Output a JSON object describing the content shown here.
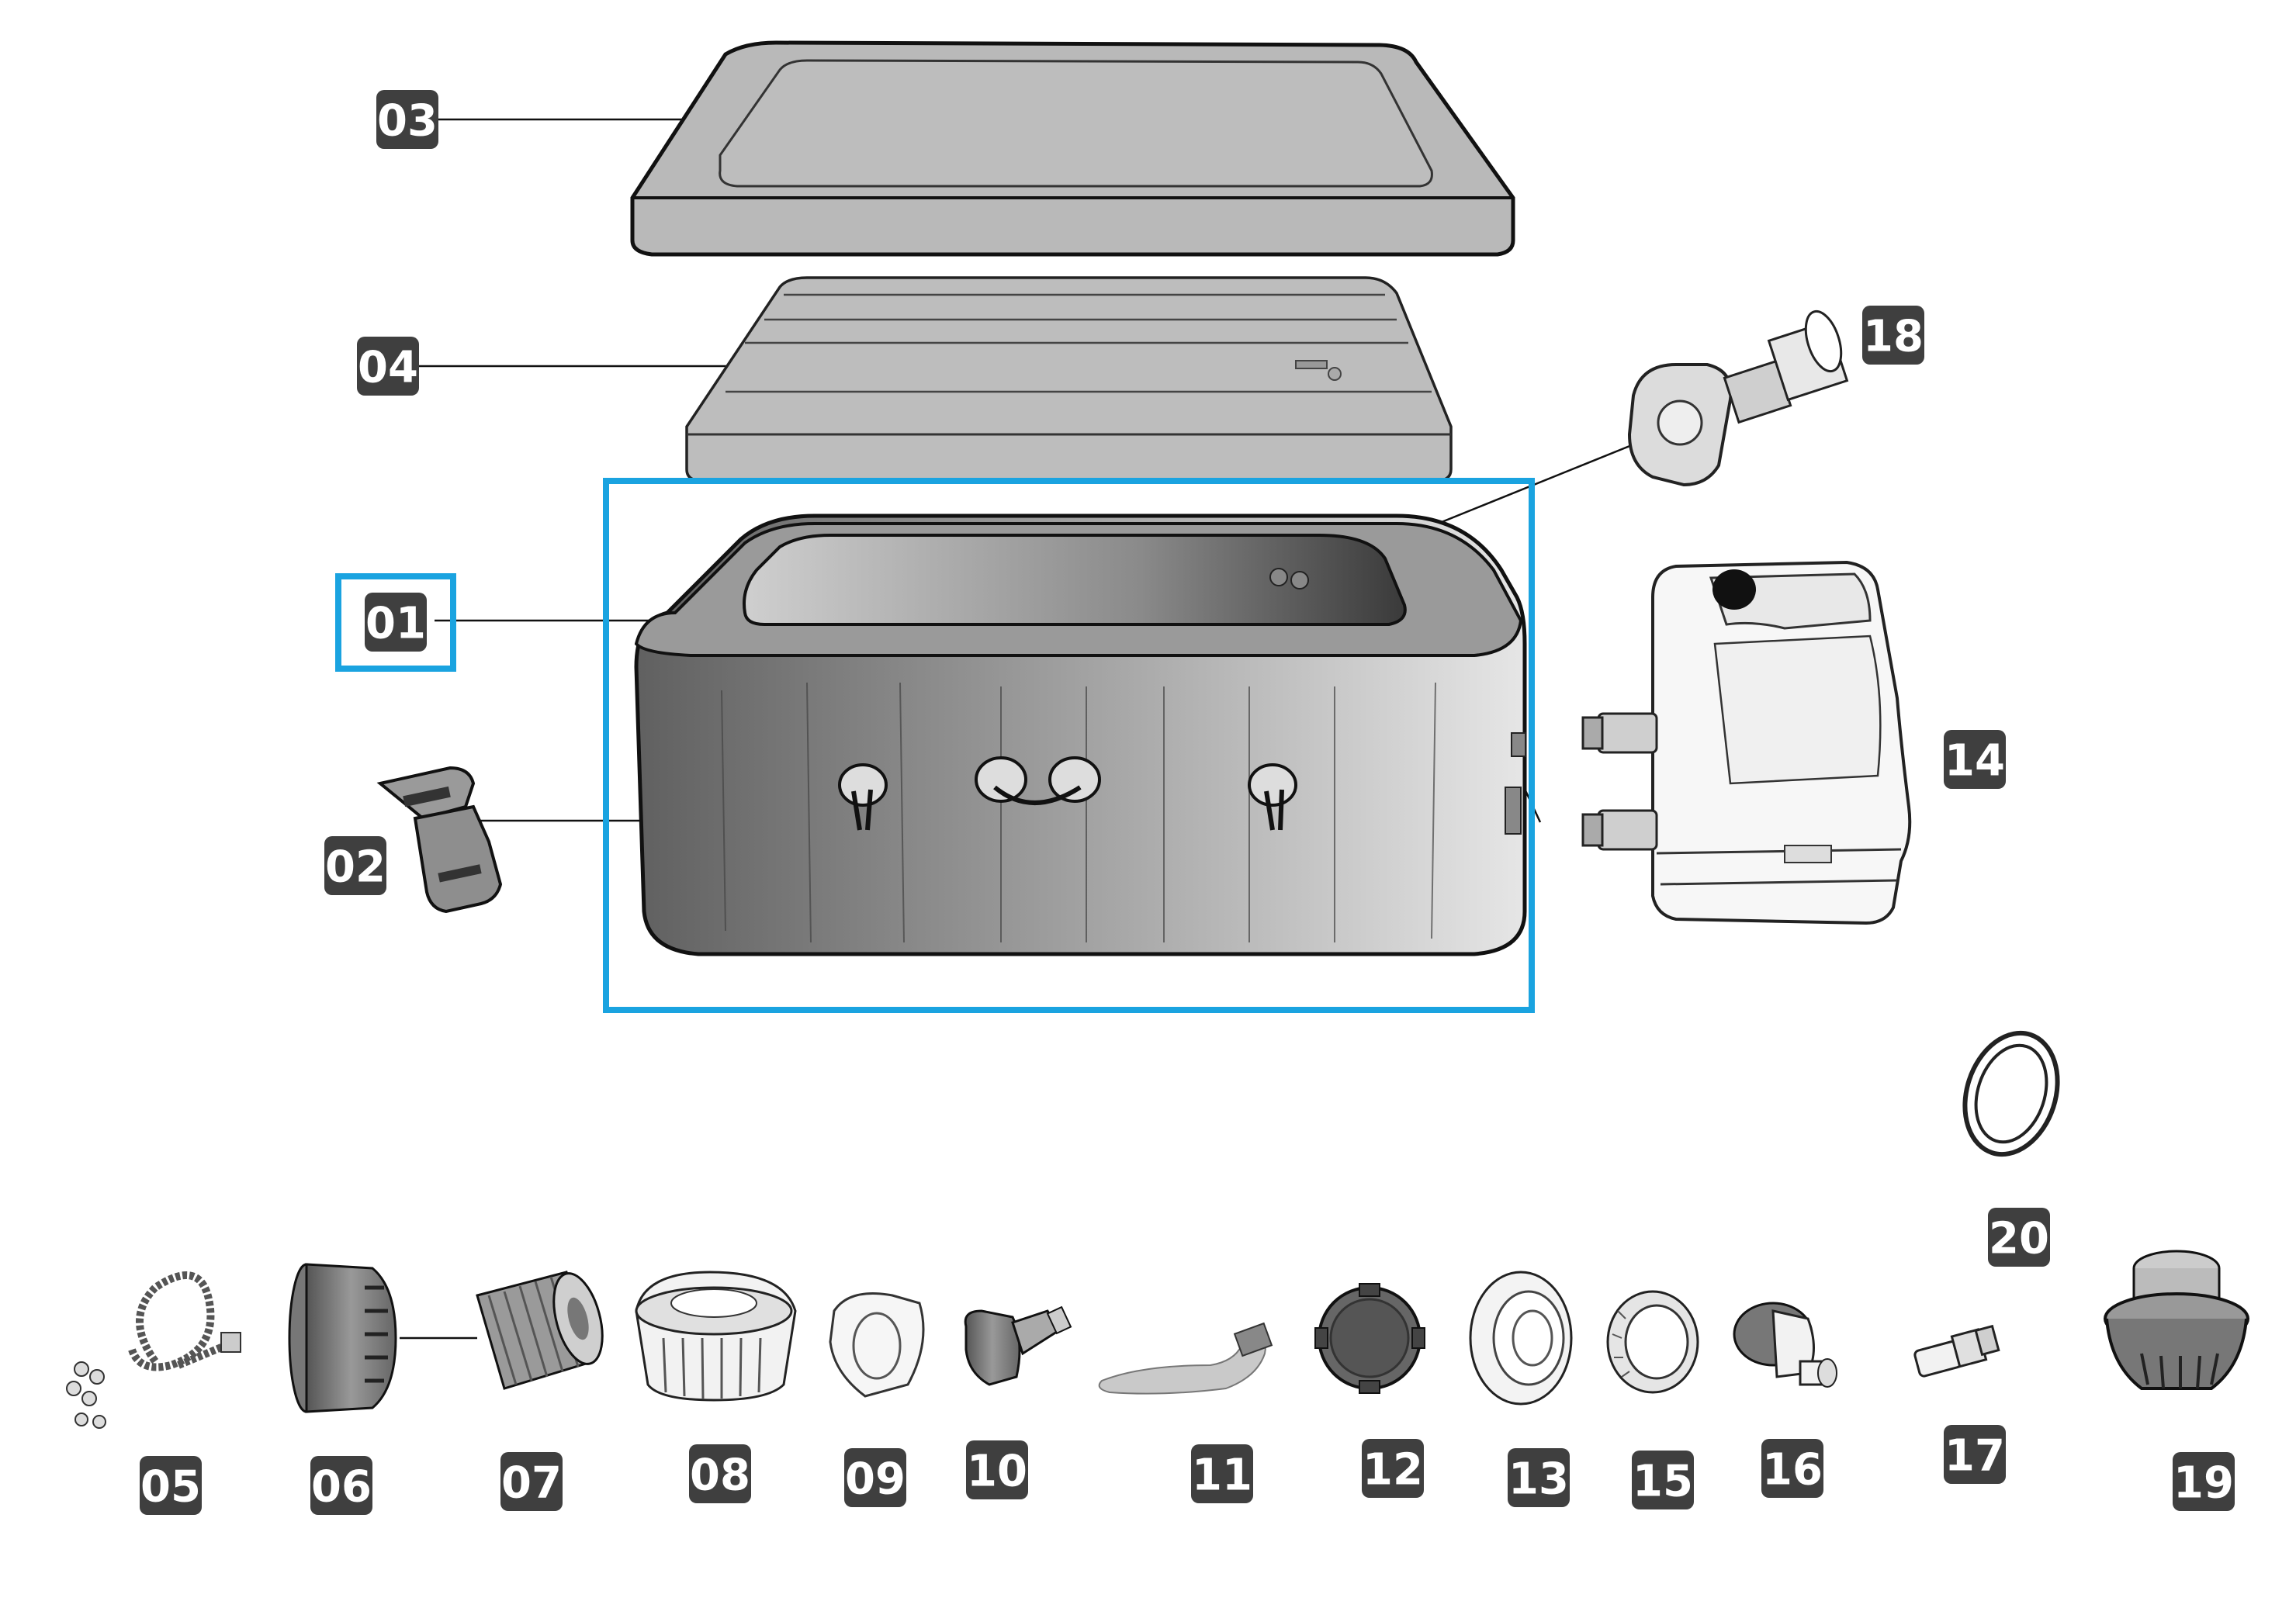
{
  "title": "",
  "colors": {
    "badge": "#3f3f3f",
    "badge_text": "#ffffff",
    "highlight": "#1aa3e0",
    "line": "#111111",
    "part_fill": "#bdbdbd",
    "part_dark": "#6b6b6b"
  },
  "highlighted_part": "01",
  "parts": [
    {
      "id": "01",
      "label": "01",
      "icon": "spa-tub-body-icon"
    },
    {
      "id": "02",
      "label": "02",
      "icon": "buckle-clip-icon"
    },
    {
      "id": "03",
      "label": "03",
      "icon": "spa-cover-icon"
    },
    {
      "id": "04",
      "label": "04",
      "icon": "inflatable-lid-icon"
    },
    {
      "id": "05",
      "label": "05",
      "icon": "hose-kit-icon"
    },
    {
      "id": "06",
      "label": "06",
      "icon": "filter-housing-icon"
    },
    {
      "id": "07",
      "label": "07",
      "icon": "filter-cartridge-icon"
    },
    {
      "id": "08",
      "label": "08",
      "icon": "chemical-floater-icon"
    },
    {
      "id": "09",
      "label": "09",
      "icon": "connector-ring-icon"
    },
    {
      "id": "10",
      "label": "10",
      "icon": "valve-nozzle-icon"
    },
    {
      "id": "11",
      "label": "11",
      "icon": "cleaning-brush-icon"
    },
    {
      "id": "12",
      "label": "12",
      "icon": "drain-cap-icon"
    },
    {
      "id": "13",
      "label": "13",
      "icon": "strainer-cover-icon"
    },
    {
      "id": "14",
      "label": "14",
      "icon": "pump-heater-unit-icon"
    },
    {
      "id": "15",
      "label": "15",
      "icon": "threaded-nut-icon"
    },
    {
      "id": "16",
      "label": "16",
      "icon": "elbow-valve-icon"
    },
    {
      "id": "17",
      "label": "17",
      "icon": "air-valve-adapter-icon"
    },
    {
      "id": "18",
      "label": "18",
      "icon": "jet-nozzle-icon"
    },
    {
      "id": "19",
      "label": "19",
      "icon": "drain-plug-valve-icon"
    },
    {
      "id": "20",
      "label": "20",
      "icon": "seal-ring-icon"
    }
  ]
}
